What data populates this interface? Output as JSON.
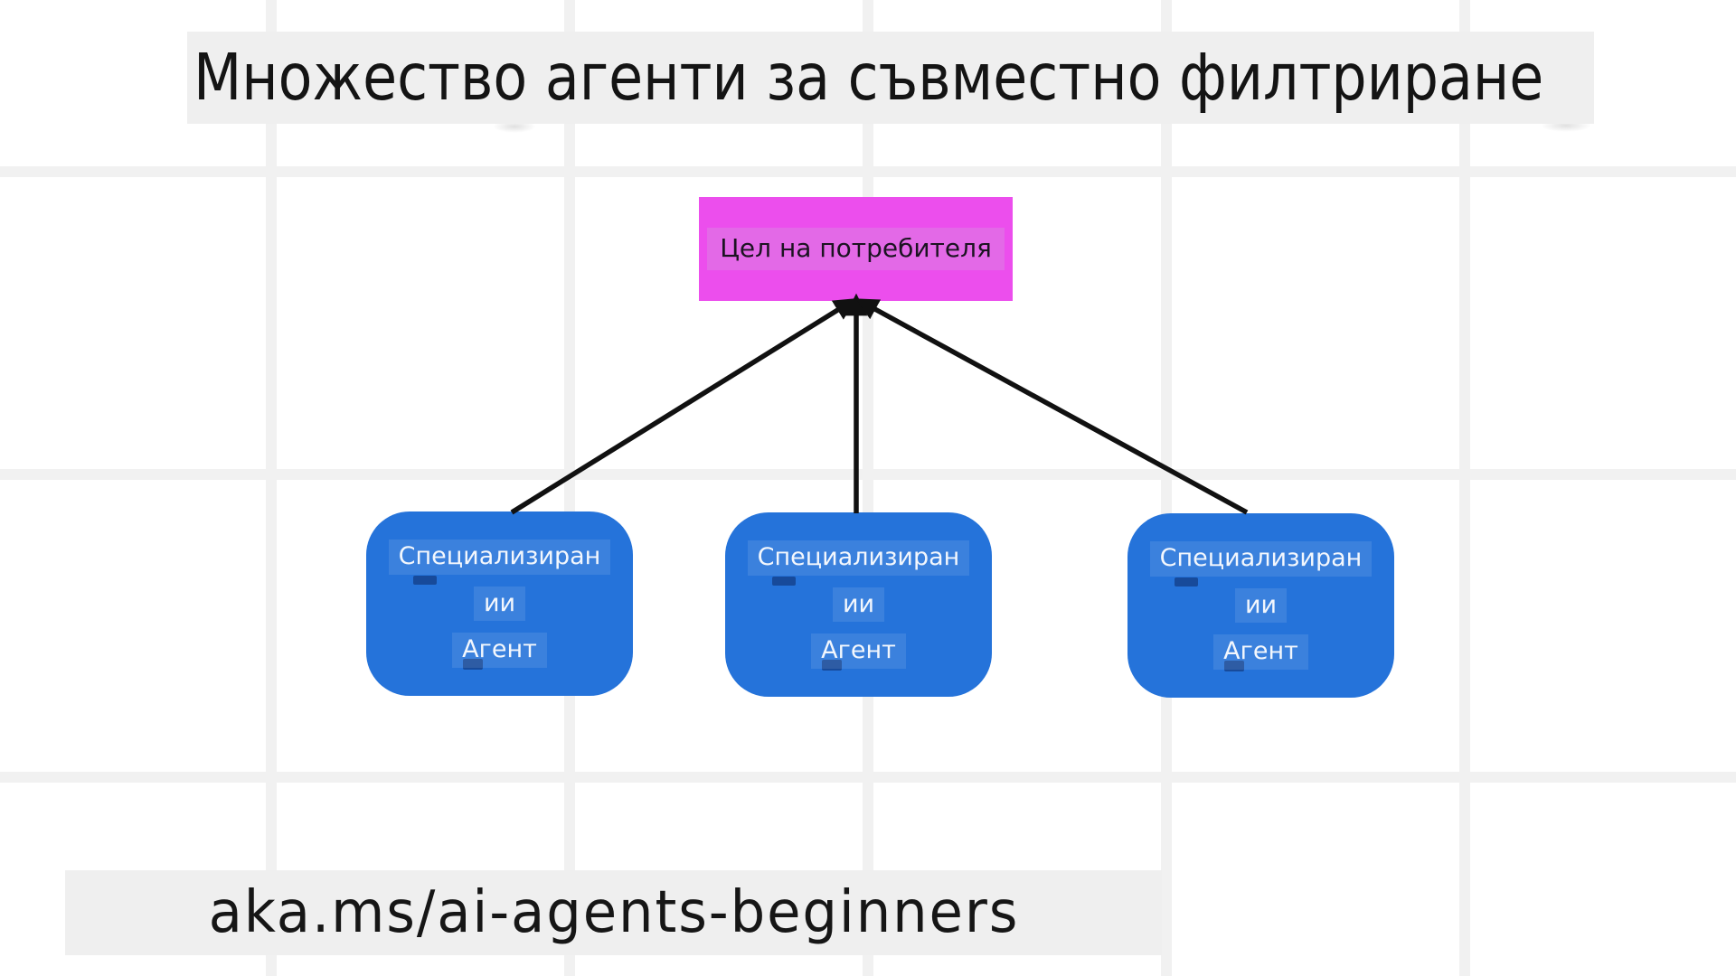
{
  "slide": {
    "title": "Множество агенти за съвместно филтриране",
    "footer_link": "aka.ms/ai-agents-beginners"
  },
  "diagram": {
    "goal": {
      "label": "Цел на потребителя"
    },
    "agents": [
      {
        "lines": [
          "Специализиран",
          "ии",
          "Агент"
        ]
      },
      {
        "lines": [
          "Специализиран",
          "ии",
          "Агент"
        ]
      },
      {
        "lines": [
          "Специализиран",
          "ии",
          "Агент"
        ]
      }
    ]
  },
  "colors": {
    "background": "#ffffff",
    "grid_line": "#f1f1f1",
    "band_background": "#efefef",
    "goal_fill": "#ec4eed",
    "agent_fill": "#2573da",
    "arrow": "#111111",
    "title_text": "#141414",
    "agent_text": "#f3f7fd"
  }
}
